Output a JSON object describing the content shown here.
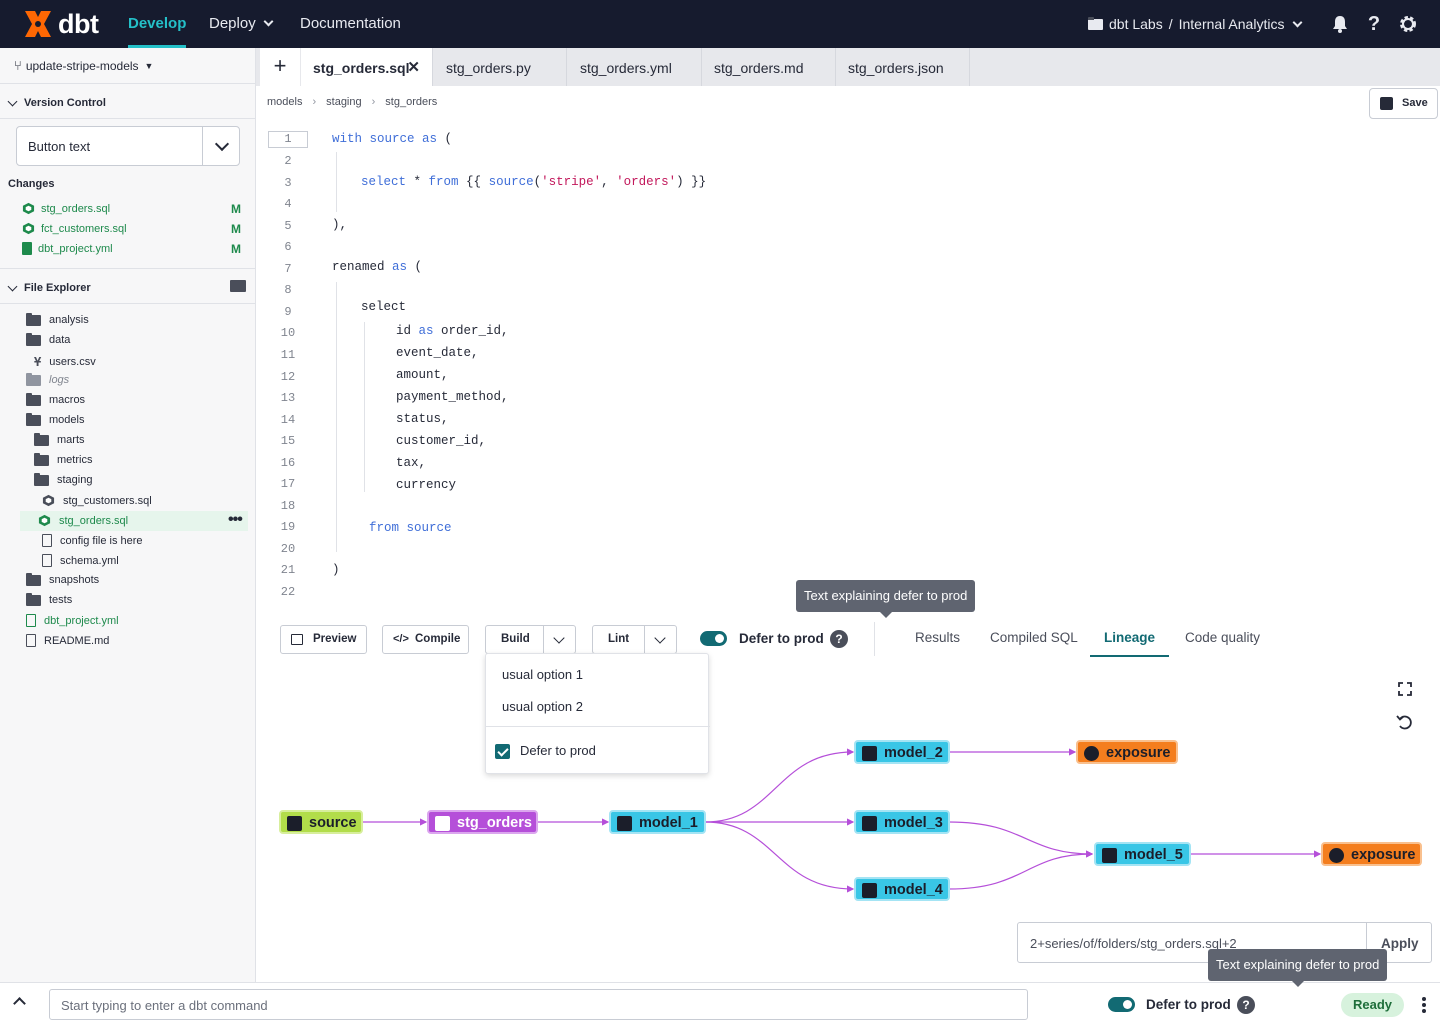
{
  "app": {
    "logo_text": "dbt",
    "brand_color": "#24c0c8",
    "accent": "#126a73"
  },
  "topnav": {
    "items": [
      {
        "label": "Develop",
        "active": true
      },
      {
        "label": "Deploy"
      },
      {
        "label": "Documentation"
      }
    ],
    "project": {
      "org": "dbt Labs",
      "separator": "/",
      "name": "Internal Analytics"
    },
    "icons": [
      "bell-icon",
      "help-icon",
      "gear-icon"
    ]
  },
  "sidebar": {
    "branch": "update-stripe-models",
    "version_control": {
      "title": "Version Control",
      "button_text": "Button text",
      "changes_label": "Changes",
      "changes": [
        {
          "name": "stg_orders.sql",
          "status": "M"
        },
        {
          "name": "fct_customers.sql",
          "status": "M"
        },
        {
          "name": "dbt_project.yml",
          "status": "M"
        }
      ]
    },
    "file_explorer": {
      "title": "File Explorer",
      "items": [
        {
          "name": "analysis",
          "type": "folder"
        },
        {
          "name": "data",
          "type": "folder-open"
        },
        {
          "name": "users.csv",
          "type": "seed"
        },
        {
          "name": "logs",
          "type": "folder-muted"
        },
        {
          "name": "macros",
          "type": "folder"
        },
        {
          "name": "models",
          "type": "folder-open"
        },
        {
          "name": "marts",
          "type": "folder"
        },
        {
          "name": "metrics",
          "type": "folder"
        },
        {
          "name": "staging",
          "type": "folder-open"
        },
        {
          "name": "stg_customers.sql",
          "type": "model"
        },
        {
          "name": "stg_orders.sql",
          "type": "model-selected"
        },
        {
          "name": "config file is here",
          "type": "file"
        },
        {
          "name": "schema.yml",
          "type": "file"
        },
        {
          "name": "snapshots",
          "type": "folder"
        },
        {
          "name": "tests",
          "type": "folder"
        },
        {
          "name": "dbt_project.yml",
          "type": "file-green"
        },
        {
          "name": "README.md",
          "type": "file"
        }
      ]
    }
  },
  "tabs": [
    {
      "label": "stg_orders.sql",
      "active": true
    },
    {
      "label": "stg_orders.py"
    },
    {
      "label": "stg_orders.yml"
    },
    {
      "label": "stg_orders.md"
    },
    {
      "label": "stg_orders.json"
    }
  ],
  "breadcrumb": [
    "models",
    "staging",
    "stg_orders"
  ],
  "save_label": "Save",
  "editor": {
    "line_numbers": [
      "1",
      "2",
      "3",
      "4",
      "5",
      "6",
      "7",
      "8",
      "9",
      "10",
      "11",
      "12",
      "13",
      "14",
      "15",
      "16",
      "17",
      "18",
      "19",
      "20",
      "21",
      "22"
    ],
    "code": {
      "l1_kw": "with source as",
      "l1_rest": " (",
      "l3_kw": "select",
      "l3_op": " * ",
      "l3_kw2": "from",
      "l3_b1": " {{ ",
      "l3_fn": "source",
      "l3_p1": "(",
      "l3_s1": "'stripe'",
      "l3_comma": ", ",
      "l3_s2": "'orders'",
      "l3_p2": ") }}",
      "l5": "),",
      "l7_a": "renamed ",
      "l7_kw": "as",
      "l7_b": " (",
      "l9": "select",
      "l10_a": "id ",
      "l10_kw": "as",
      "l10_b": " order_id,",
      "l11": "event_date,",
      "l12": "amount,",
      "l13": "payment_method,",
      "l14": "status,",
      "l15": "customer_id,",
      "l16": "tax,",
      "l17": "currency",
      "l19": "from source",
      "l21": ")"
    }
  },
  "toolbar": {
    "preview": "Preview",
    "compile": "Compile",
    "build": "Build",
    "lint": "Lint",
    "defer_label": "Defer to prod",
    "defer_on": true,
    "help": "?",
    "tooltip": "Text explaining defer to prod"
  },
  "build_menu": {
    "options": [
      "usual option 1",
      "usual option 2"
    ],
    "checkbox_label": "Defer to prod",
    "checked": true
  },
  "result_tabs": [
    {
      "label": "Results"
    },
    {
      "label": "Compiled SQL"
    },
    {
      "label": "Lineage",
      "active": true
    },
    {
      "label": "Code quality"
    }
  ],
  "lineage": {
    "nodes": [
      {
        "label": "source",
        "type": "source"
      },
      {
        "label": "stg_orders",
        "type": "staging"
      },
      {
        "label": "model_1",
        "type": "model"
      },
      {
        "label": "model_2",
        "type": "model"
      },
      {
        "label": "model_3",
        "type": "model"
      },
      {
        "label": "model_4",
        "type": "model"
      },
      {
        "label": "model_5",
        "type": "model"
      },
      {
        "label": "exposure",
        "type": "exposure"
      },
      {
        "label": "exposure",
        "type": "exposure"
      }
    ],
    "edges": [
      [
        "source",
        "stg_orders"
      ],
      [
        "stg_orders",
        "model_1"
      ],
      [
        "model_1",
        "model_2"
      ],
      [
        "model_1",
        "model_3"
      ],
      [
        "model_1",
        "model_4"
      ],
      [
        "model_2",
        "exposure"
      ],
      [
        "model_3",
        "model_5"
      ],
      [
        "model_4",
        "model_5"
      ],
      [
        "model_5",
        "exposure"
      ]
    ],
    "colors": {
      "source": "#b2dd4a",
      "staging": "#b54fd9",
      "model": "#39c6e6",
      "exposure": "#f47e1e",
      "edge": "#b54fd9"
    },
    "selector_value": "2+series/of/folders/stg_orders.sql+2",
    "apply_label": "Apply"
  },
  "bottom": {
    "command_placeholder": "Start typing to enter a dbt command",
    "defer_label": "Defer to prod",
    "help": "?",
    "tooltip": "Text explaining defer to prod",
    "status": "Ready"
  }
}
